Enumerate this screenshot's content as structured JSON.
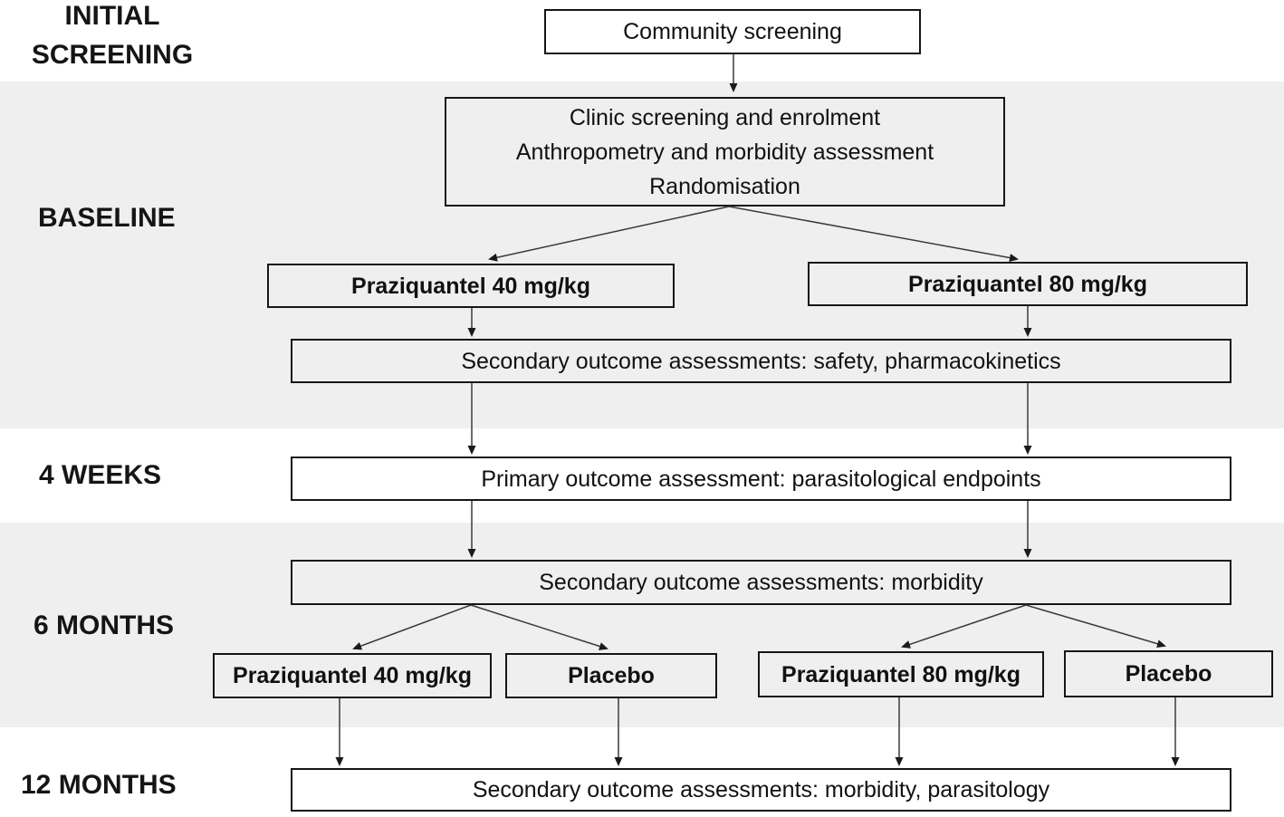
{
  "diagram": {
    "type": "study-flowchart",
    "colors": {
      "band_fill": "#efefef",
      "box_border": "#161616",
      "arrow": "#3a3a3a",
      "text": "#111111"
    },
    "stages": {
      "initial_screening": "INITIAL\nSCREENING",
      "baseline": "BASELINE",
      "weeks4": "4 WEEKS",
      "months6": "6 MONTHS",
      "months12": "12 MONTHS"
    },
    "nodes": {
      "community": "Community screening",
      "clinic_line1": "Clinic screening and enrolment",
      "clinic_line2": "Anthropometry and morbidity assessment",
      "clinic_line3": "Randomisation",
      "praz40_baseline": "Praziquantel 40 mg/kg",
      "praz80_baseline": "Praziquantel 80 mg/kg",
      "secondary_safety": "Secondary outcome assessments: safety, pharmacokinetics",
      "primary": "Primary outcome assessment: parasitological endpoints",
      "secondary_morbidity": "Secondary outcome assessments: morbidity",
      "praz40_6mo": "Praziquantel 40 mg/kg",
      "placebo_left": "Placebo",
      "praz80_6mo": "Praziquantel 80 mg/kg",
      "placebo_right": "Placebo",
      "secondary_12mo": "Secondary outcome assessments: morbidity, parasitology"
    },
    "edges": [
      {
        "from": "community",
        "to": "clinic"
      },
      {
        "from": "clinic",
        "to": "praz40_baseline"
      },
      {
        "from": "clinic",
        "to": "praz80_baseline"
      },
      {
        "from": "praz40_baseline",
        "to": "secondary_safety"
      },
      {
        "from": "praz80_baseline",
        "to": "secondary_safety"
      },
      {
        "from": "secondary_safety",
        "to": "primary"
      },
      {
        "from": "secondary_safety",
        "to": "primary"
      },
      {
        "from": "primary",
        "to": "secondary_morbidity"
      },
      {
        "from": "primary",
        "to": "secondary_morbidity"
      },
      {
        "from": "secondary_morbidity",
        "to": "praz40_6mo"
      },
      {
        "from": "secondary_morbidity",
        "to": "placebo_left"
      },
      {
        "from": "secondary_morbidity",
        "to": "praz80_6mo"
      },
      {
        "from": "secondary_morbidity",
        "to": "placebo_right"
      },
      {
        "from": "praz40_6mo",
        "to": "secondary_12mo"
      },
      {
        "from": "placebo_left",
        "to": "secondary_12mo"
      },
      {
        "from": "praz80_6mo",
        "to": "secondary_12mo"
      },
      {
        "from": "placebo_right",
        "to": "secondary_12mo"
      }
    ]
  }
}
